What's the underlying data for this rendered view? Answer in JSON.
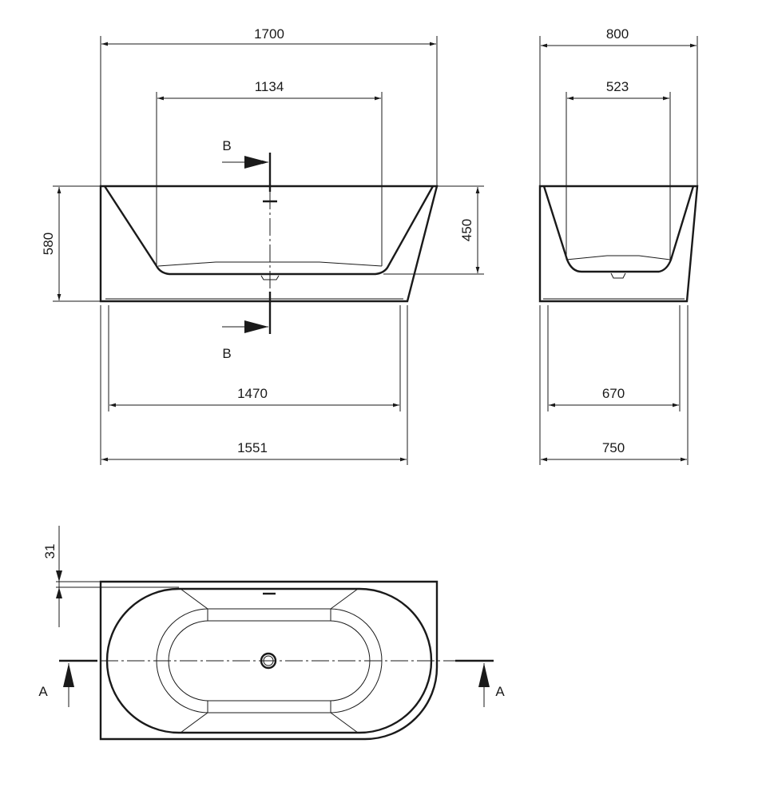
{
  "front_view": {
    "dims": {
      "overall_length": "1700",
      "inner_length": "1134",
      "height": "580",
      "inner_depth": "450",
      "base_inner_length": "1470",
      "base_length": "1551"
    },
    "section_label": "B"
  },
  "side_view": {
    "dims": {
      "overall_width": "800",
      "inner_width": "523",
      "base_inner_width": "670",
      "base_width": "750"
    }
  },
  "plan_view": {
    "dims": {
      "rim_offset": "31"
    },
    "section_label": "A"
  }
}
